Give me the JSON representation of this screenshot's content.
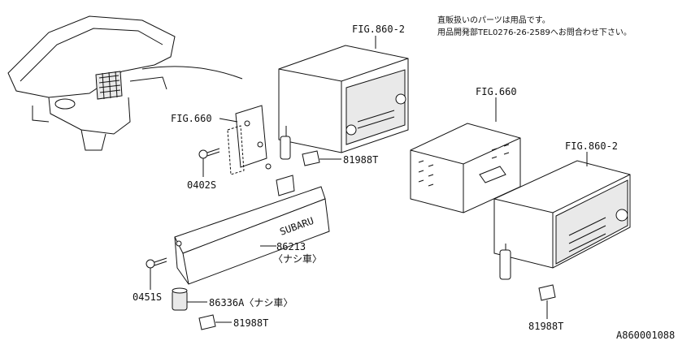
{
  "note": {
    "line1": "直販扱いのパーツは用品です。",
    "line2": "用品開発部TEL0276-26-2589へお問合わせ下さい。"
  },
  "labels": {
    "fig860_upper": "FIG.860-2",
    "fig660_left": "FIG.660",
    "fig660_right": "FIG.660",
    "fig860_right": "FIG.860-2",
    "p0402s": "0402S",
    "p81988t_upper": "81988T",
    "p86213": "86213",
    "p86213_note": "〈ナシ車〉",
    "p0451s": "0451S",
    "p86336a": "86336A〈ナシ車〉",
    "p81988t_lower": "81988T",
    "p81988t_right": "81988T",
    "panel_brand": "SUBARU",
    "diagram_code": "A860001088"
  }
}
